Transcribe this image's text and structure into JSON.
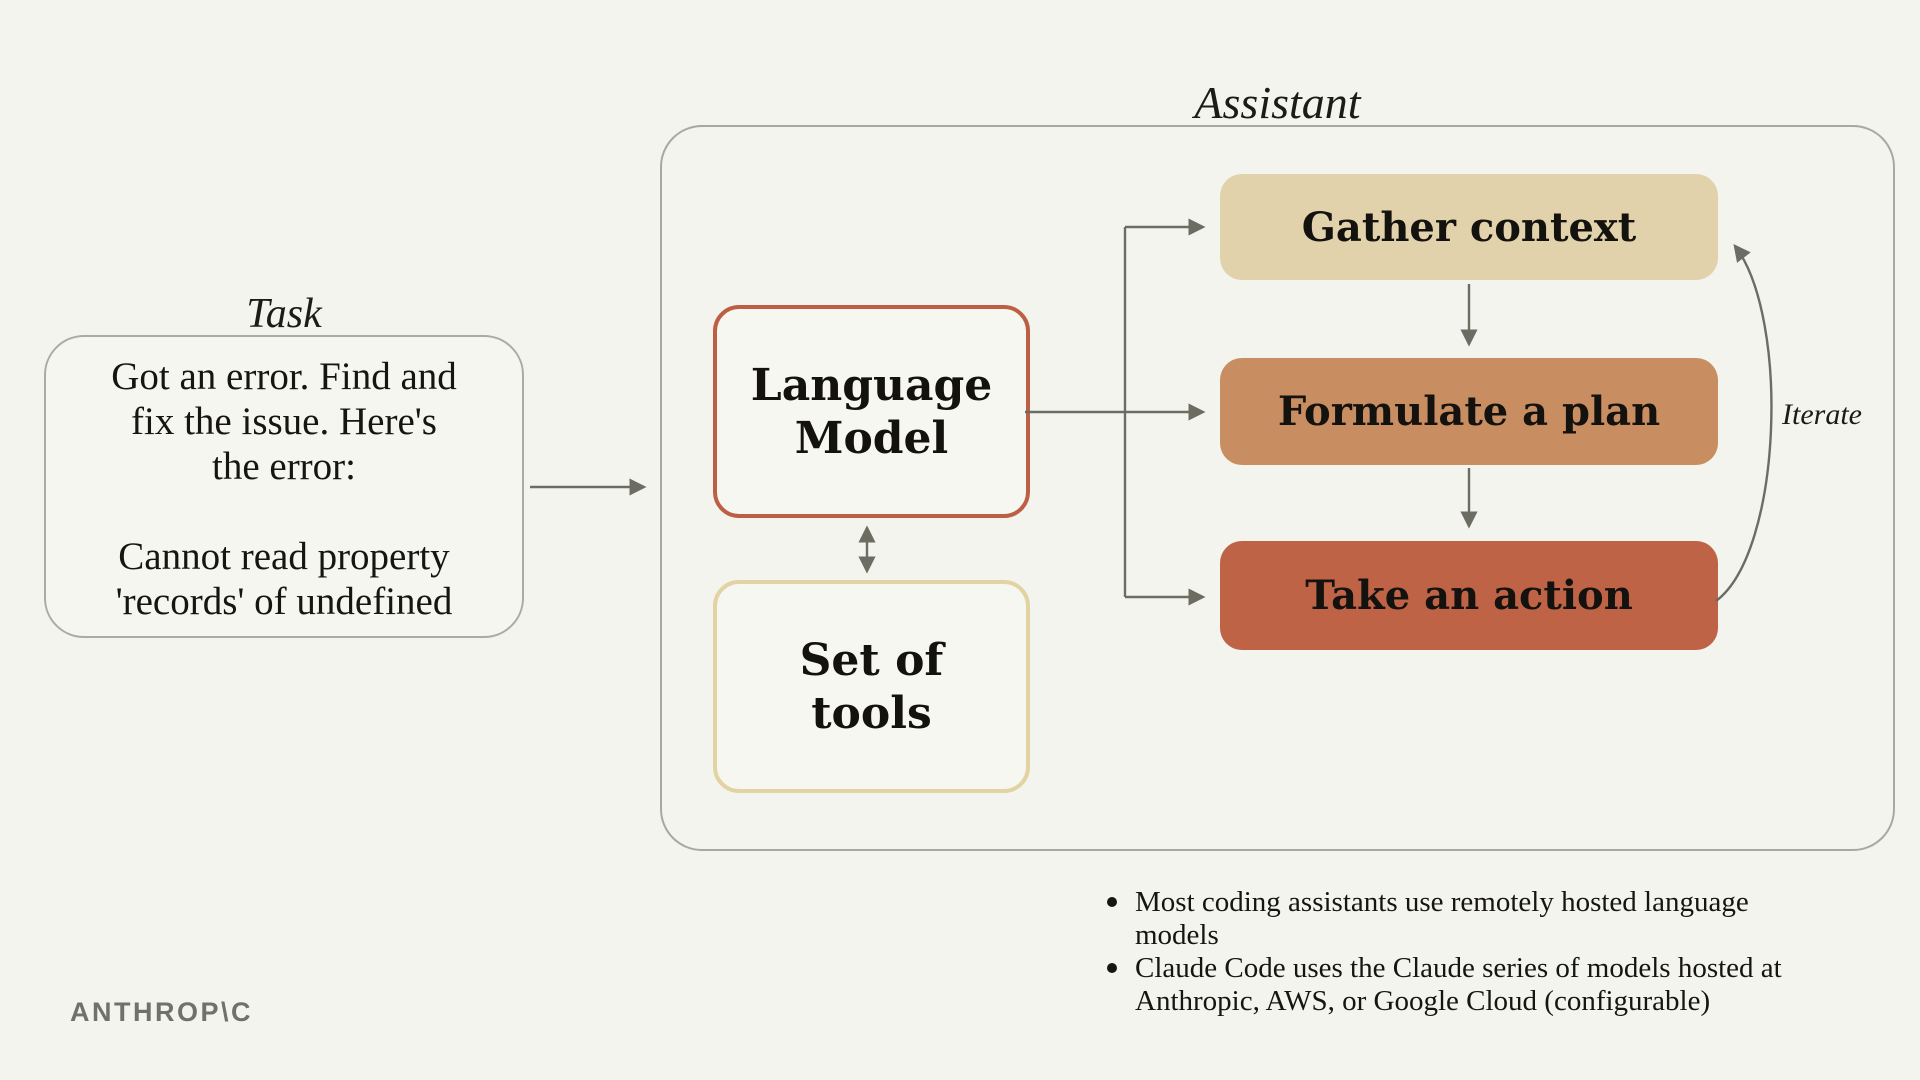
{
  "task": {
    "label": "Task",
    "body": "Got an error. Find and\nfix the issue. Here's\nthe error:\n\nCannot read property\n'records' of undefined"
  },
  "assistant": {
    "label": "Assistant",
    "language_model": {
      "label": "Language\nModel",
      "border_color": "#bd5f44"
    },
    "tools": {
      "label": "Set of\ntools",
      "border_color": "#e3d2a2"
    },
    "steps": [
      {
        "label": "Gather context",
        "fill": "#e1d2ab"
      },
      {
        "label": "Formulate a plan",
        "fill": "#c88e62"
      },
      {
        "label": "Take an action",
        "fill": "#bf6347"
      }
    ],
    "iterate_label": "Iterate"
  },
  "notes": {
    "items": [
      "Most coding assistants use remotely hosted language\nmodels",
      "Claude Code uses the Claude series of models hosted at\nAnthropic, AWS, or Google Cloud (configurable)"
    ]
  },
  "branding": {
    "logo_text": "ANTHROP\\C"
  },
  "colors": {
    "background": "#f3f4ee",
    "frame_border": "#a8a99e",
    "connector": "#6c6c63",
    "text": "#17150f"
  }
}
